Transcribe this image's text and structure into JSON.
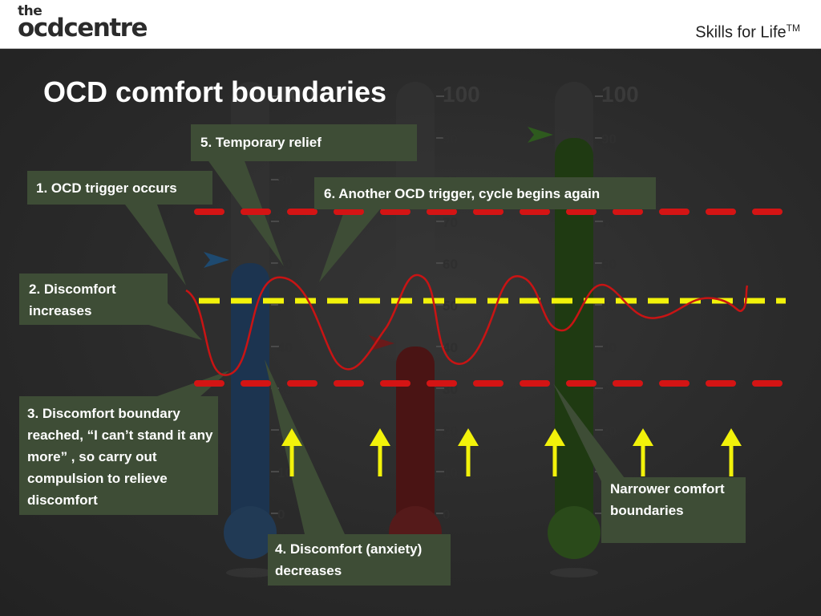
{
  "header": {
    "logo_line1": "the",
    "logo_line2": "ocdcentre",
    "tagline": "Skills for Life",
    "tagline_mark": "TM"
  },
  "title": "OCD comfort boundaries",
  "thermometers": [
    {
      "color": "#1c3450",
      "bulb": "#213a55",
      "level": 60,
      "pointer": "#1e4a70"
    },
    {
      "color": "#4a1414",
      "bulb": "#551a1a",
      "level": 40,
      "pointer": "#6a1a1a"
    },
    {
      "color": "#1f3a12",
      "bulb": "#2a4a1a",
      "level": 90,
      "pointer": "#2e5a1e"
    }
  ],
  "scale_labels": [
    "100",
    "90",
    "80",
    "70",
    "60",
    "50",
    "40",
    "30",
    "20",
    "10",
    "0"
  ],
  "steps": {
    "step1": "1. OCD trigger occurs",
    "step2": "2. Discomfort increases",
    "step3": "3. Discomfort boundary reached, “I can’t stand it any more” , so carry out compulsion to relieve discomfort",
    "step4": "4. Discomfort (anxiety) decreases",
    "step5": "5. Temporary relief",
    "step6": "6. Another OCD trigger, cycle begins again",
    "narrower": "Narrower comfort boundaries"
  },
  "colors": {
    "boundary_line": "#d41414",
    "center_line": "#f2f20a",
    "anxiety_curve": "#c81414",
    "arrows": "#f2f20a",
    "callout_box": "#3e4d36"
  }
}
